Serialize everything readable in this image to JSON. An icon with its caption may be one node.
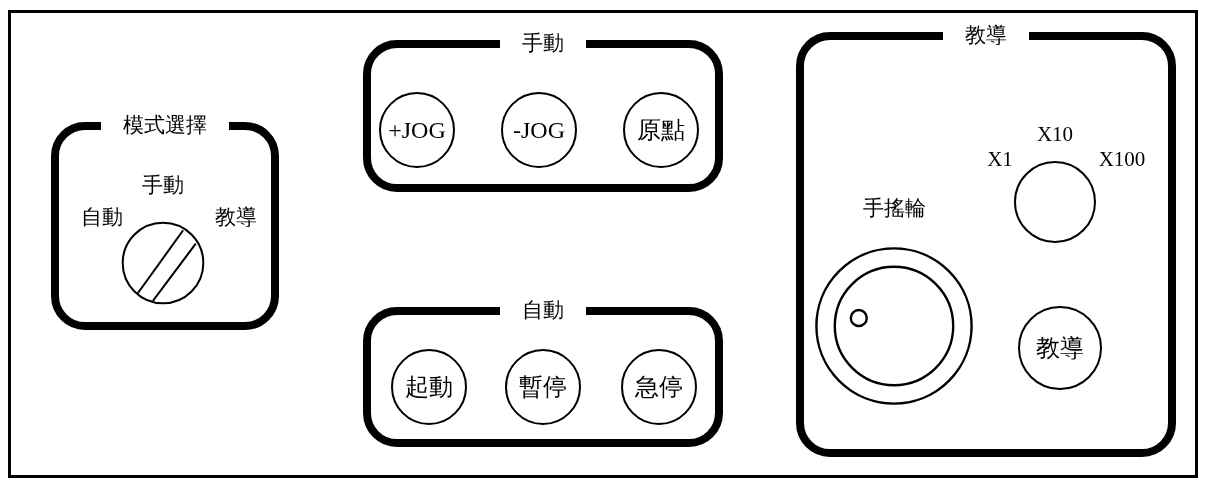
{
  "diagram": {
    "nodes": [
      {
        "text": [
          "模式選擇"
        ]
      },
      {
        "text": [],
        "shape": "circle",
        "in": 0,
        "beside": [
          "手動",
          "自動",
          "教導"
        ]
      },
      {
        "text": [
          "手動"
        ]
      },
      {
        "text": [
          "+JOG"
        ],
        "in": 2
      },
      {
        "text": [
          "-JOG"
        ],
        "in": 2
      },
      {
        "text": [
          "原點"
        ],
        "in": 2
      },
      {
        "text": [
          "自動"
        ]
      },
      {
        "text": [
          "起動"
        ],
        "in": 6
      },
      {
        "text": [
          "暫停"
        ],
        "in": 6
      },
      {
        "text": [
          "急停"
        ],
        "in": 6
      },
      {
        "text": [
          "教導"
        ]
      },
      {
        "text": [],
        "shape": "circle",
        "in": 10,
        "beside": [
          "手搖輪"
        ]
      },
      {
        "text": [],
        "shape": "circle",
        "in": 10,
        "beside": [
          "X10",
          "X1",
          "X100"
        ]
      },
      {
        "text": [
          "教導"
        ],
        "in": 10
      }
    ]
  }
}
